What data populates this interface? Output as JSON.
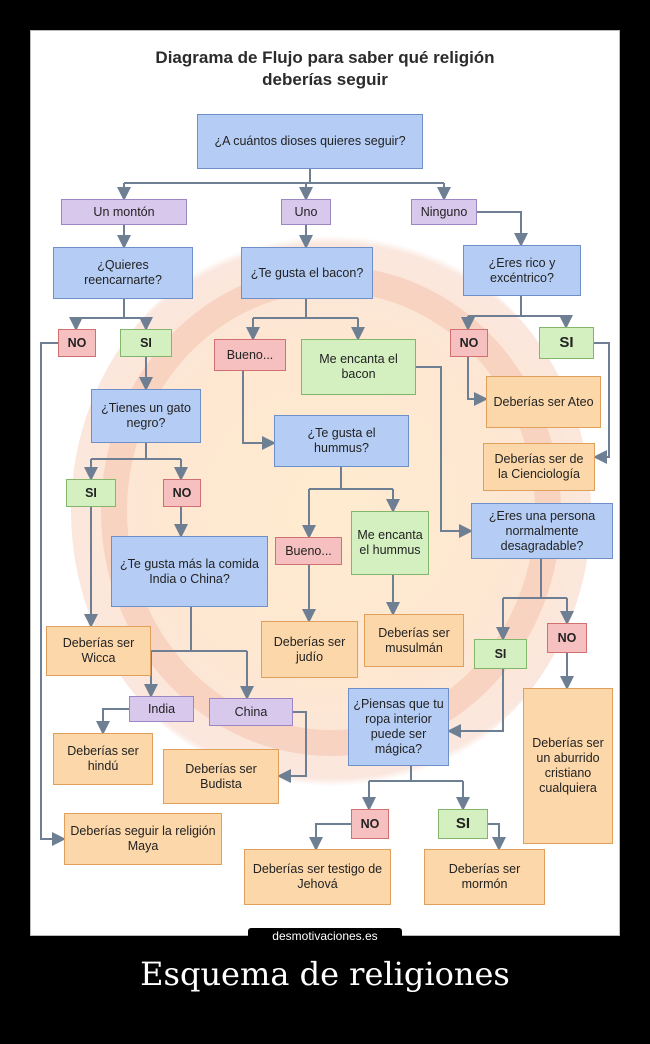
{
  "title_line1": "Diagrama de Flujo para saber qué religión",
  "title_line2": "deberías seguir",
  "nodes": {
    "q_dioses": "¿A cuántos dioses quieres seguir?",
    "opt_monton": "Un montón",
    "opt_uno": "Uno",
    "opt_ninguno": "Ninguno",
    "q_reencarnar": "¿Quieres reencarnarte?",
    "q_bacon": "¿Te gusta el bacon?",
    "q_rico": "¿Eres rico y excéntrico?",
    "no_reencarnar": "NO",
    "si_reencarnar": "SI",
    "bueno_bacon": "Bueno...",
    "encanta_bacon": "Me encanta el bacon",
    "no_rico": "NO",
    "si_rico": "SI",
    "res_ateo": "Deberías ser Ateo",
    "q_gato": "¿Tienes un gato negro?",
    "q_hummus": "¿Te gusta el hummus?",
    "res_cienciologia": "Deberías ser de la Cienciología",
    "si_gato": "SI",
    "no_gato": "NO",
    "q_desagradable": "¿Eres una persona normalmente desagradable?",
    "q_comida": "¿Te gusta más la comida India o China?",
    "bueno_hummus": "Bueno...",
    "encanta_hummus": "Me encanta el hummus",
    "res_wicca": "Deberías ser Wicca",
    "res_judio": "Deberías ser judío",
    "res_musulman": "Deberías ser musulmán",
    "si_desagradable": "SI",
    "no_desagradable": "NO",
    "opt_india": "India",
    "opt_china": "China",
    "q_ropa": "¿Piensas que tu ropa interior puede ser mágica?",
    "res_cristiano": "Deberías ser un aburrido cristiano cualquiera",
    "res_hindu": "Deberías ser hindú",
    "res_budista": "Deberías ser Budista",
    "res_maya": "Deberías seguir la religión Maya",
    "no_ropa": "NO",
    "si_ropa": "SI",
    "res_jehova": "Deberías ser testigo de Jehová",
    "res_mormon": "Deberías ser mormón"
  },
  "watermark": "desmotivaciones.es",
  "caption": "Esquema de religiones",
  "colors": {
    "question": "#b5cdf5",
    "option": "#d8c8ec",
    "no": "#f6c0c0",
    "si": "#d4f0c0",
    "result": "#fcd7aa",
    "connector": "#6e7f94"
  }
}
